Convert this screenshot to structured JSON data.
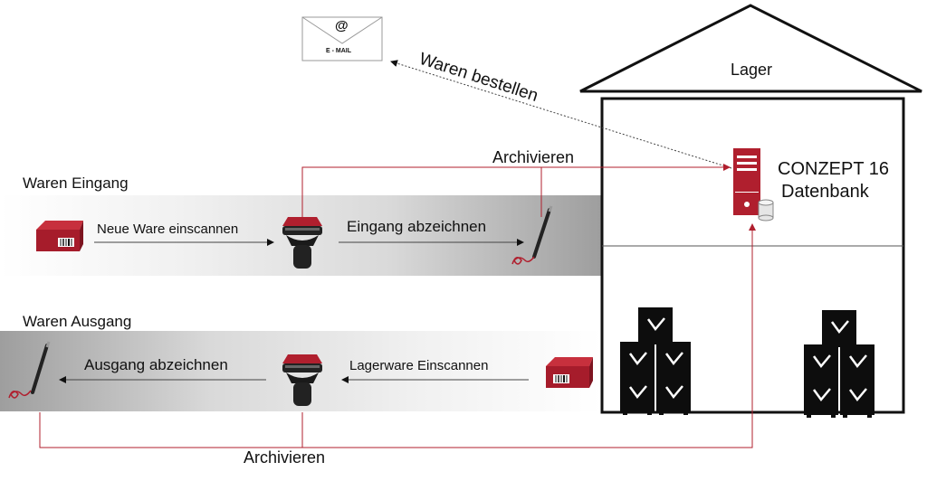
{
  "email": {
    "at_symbol": "@",
    "label": "E - MAIL"
  },
  "order_label": "Waren bestellen",
  "warehouse": {
    "roof_label": "Lager",
    "db_line1": "CONZEPT 16",
    "db_line2": "Datenbank"
  },
  "archive_top": "Archivieren",
  "archive_bottom": "Archivieren",
  "incoming": {
    "title": "Waren Eingang",
    "scan_label": "Neue Ware einscannen",
    "sign_label": "Eingang abzeichnen"
  },
  "outgoing": {
    "title": "Waren Ausgang",
    "scan_label": "Lagerware Einscannen",
    "sign_label": "Ausgang abzeichnen"
  },
  "colors": {
    "accent": "#b01f2e",
    "dark": "#111111",
    "band_dark": "#9e9e9e"
  },
  "icons": [
    "envelope-icon",
    "package-icon",
    "scanner-icon",
    "signing-pen-icon",
    "server-icon",
    "database-icon",
    "pallet-box-icon"
  ]
}
